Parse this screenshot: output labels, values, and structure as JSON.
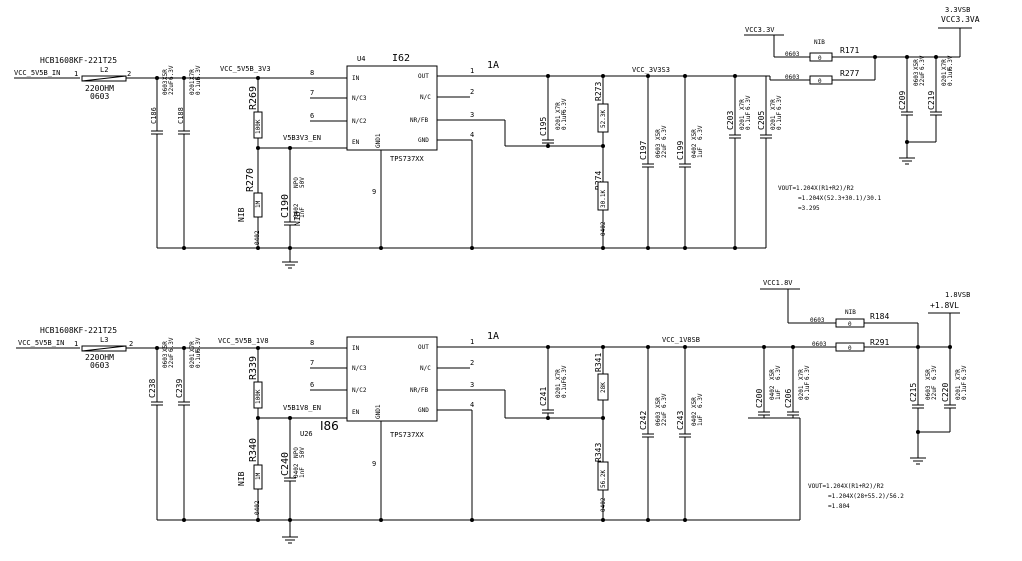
{
  "top": {
    "input_net": "VCC_5V5B_IN",
    "inductor_part": "HCB1608KF-221T25",
    "inductor_ref": "L2",
    "inductor_imp": "220OHM",
    "inductor_pkg": "0603",
    "pin1": "1",
    "pin2": "2",
    "c186": {
      "ref": "C186",
      "v1": "0603",
      "v2": "22uF",
      "v3": "X5R",
      "v4": "6.3V"
    },
    "c188": {
      "ref": "C188",
      "v1": "0201",
      "v2": "0.1uF",
      "v3": "X7R",
      "v4": "6.3V"
    },
    "rail_net": "VCC_5V5B_3V3",
    "r269": {
      "ref": "R269",
      "val": "100K"
    },
    "en_net": "V5B3V3_EN",
    "r270": {
      "ref": "R270",
      "val": "1M",
      "nib": "NIB",
      "pkg": "0402"
    },
    "c190": {
      "ref": "C190",
      "v1": "0402",
      "v2": "1nF",
      "v3": "NPO",
      "v4": "50V",
      "nib": "NIB"
    },
    "u_ref": "U4",
    "u_name": "I62",
    "u_part": "TPS737XX",
    "pins_left": [
      {
        "num": "8",
        "name": "IN"
      },
      {
        "num": "7",
        "name": "N/C3"
      },
      {
        "num": "6",
        "name": "N/C2"
      },
      {
        "num": "",
        "name": "EN"
      }
    ],
    "pins_right": [
      {
        "num": "1",
        "name": "OUT"
      },
      {
        "num": "2",
        "name": "N/C"
      },
      {
        "num": "3",
        "name": "NR/FB"
      },
      {
        "num": "4",
        "name": "GND"
      }
    ],
    "gnd1": "GND1",
    "pin9": "9",
    "current": "1A",
    "c195": {
      "ref": "C195",
      "v1": "0201",
      "v2": "0.1uF",
      "v3": "X7R",
      "v4": "6.3V"
    },
    "r273": {
      "ref": "R273",
      "val": "52.3K"
    },
    "r274": {
      "ref": "R274",
      "val": "30.1K",
      "pkg": "0402"
    },
    "out_net": "VCC_3V3S3",
    "c197": {
      "ref": "C197",
      "v1": "0603",
      "v2": "22uF",
      "v3": "X5R",
      "v4": "6.3V"
    },
    "c199": {
      "ref": "C199",
      "v1": "0402",
      "v2": "1uF",
      "v3": "X5R",
      "v4": "6.3V"
    },
    "c203": {
      "ref": "C203",
      "v1": "0201",
      "v2": "0.1uF",
      "v3": "X7R",
      "v4": "6.3V"
    },
    "c205": {
      "ref": "C205",
      "v1": "0201",
      "v2": "0.1uF",
      "v3": "X7R",
      "v4": "6.3V"
    },
    "vcc_in": "VCC3.3V",
    "r171": {
      "ref": "R171",
      "val": "0",
      "nib": "NIB",
      "pkg": "0603"
    },
    "r277": {
      "ref": "R277",
      "val": "0",
      "pkg": "0603"
    },
    "out_label1": "3.3VSB",
    "out_label2": "VCC3.3VA",
    "c209": {
      "ref": "C209",
      "v1": "0603",
      "v2": "22uF",
      "v3": "X5R",
      "v4": "6.3V"
    },
    "c219": {
      "ref": "C219",
      "v1": "0201",
      "v2": "0.1uF",
      "v3": "X7R",
      "v4": "6.3V"
    },
    "eq1": "VOUT=1.204X(R1+R2)/R2",
    "eq2": "=1.204X(52.3+30.1)/30.1",
    "eq3": "=3.295"
  },
  "bottom": {
    "input_net": "VCC_5V5B_IN",
    "inductor_part": "HCB1608KF-221T25",
    "inductor_ref": "L3",
    "inductor_imp": "220OHM",
    "inductor_pkg": "0603",
    "pin1": "1",
    "pin2": "2",
    "c238": {
      "ref": "C238",
      "v1": "0603",
      "v2": "22uF",
      "v3": "X5R",
      "v4": "6.3V"
    },
    "c239": {
      "ref": "C239",
      "v1": "0201",
      "v2": "0.1uF",
      "v3": "X7R",
      "v4": "6.3V"
    },
    "rail_net": "VCC_5V5B_1V8",
    "r339": {
      "ref": "R339",
      "val": "100K"
    },
    "en_net": "V5B1V8_EN",
    "r340": {
      "ref": "R340",
      "val": "1M",
      "nib": "NIB",
      "pkg": "0402"
    },
    "c240": {
      "ref": "C240",
      "v1": "0402",
      "v2": "1nF",
      "v3": "NPO",
      "v4": "50V"
    },
    "u_ref": "U26",
    "u_name": "I86",
    "u_part": "TPS737XX",
    "pins_left": [
      {
        "num": "8",
        "name": "IN"
      },
      {
        "num": "7",
        "name": "N/C3"
      },
      {
        "num": "6",
        "name": "N/C2"
      },
      {
        "num": "",
        "name": "EN"
      }
    ],
    "pins_right": [
      {
        "num": "1",
        "name": "OUT"
      },
      {
        "num": "2",
        "name": "N/C"
      },
      {
        "num": "3",
        "name": "NR/FB"
      },
      {
        "num": "4",
        "name": "GND"
      }
    ],
    "gnd1": "GND1",
    "pin9": "9",
    "current": "1A",
    "c241": {
      "ref": "C241",
      "v1": "0201",
      "v2": "0.1uF",
      "v3": "X7R",
      "v4": "6.3V"
    },
    "r341": {
      "ref": "R341",
      "val": "28K"
    },
    "r343": {
      "ref": "R343",
      "val": "56.2K",
      "pkg": "0402"
    },
    "out_net": "VCC_1V8SB",
    "c242": {
      "ref": "C242",
      "v1": "0603",
      "v2": "22uF",
      "v3": "X5R",
      "v4": "6.3V"
    },
    "c243": {
      "ref": "C243",
      "v1": "0402",
      "v2": "1uF",
      "v3": "X5R",
      "v4": "6.3V"
    },
    "c200": {
      "ref": "C200",
      "v1": "0402",
      "v2": "1uF",
      "v3": "X5R",
      "v4": "6.3V"
    },
    "c206": {
      "ref": "C206",
      "v1": "0201",
      "v2": "0.1uF",
      "v3": "X7R",
      "v4": "6.3V"
    },
    "vcc_in": "VCC1.8V",
    "r184": {
      "ref": "R184",
      "val": "0",
      "nib": "NIB",
      "pkg": "0603"
    },
    "r291": {
      "ref": "R291",
      "val": "0",
      "pkg": "0603"
    },
    "out_label1": "1.8VSB",
    "out_label2": "+1.8VL",
    "c215": {
      "ref": "C215",
      "v1": "0603",
      "v2": "22uF",
      "v3": "X5R",
      "v4": "6.3V"
    },
    "c220": {
      "ref": "C220",
      "v1": "0201",
      "v2": "0.1uF",
      "v3": "X7R",
      "v4": "6.3V"
    },
    "eq1": "VOUT=1.204X(R1+R2)/R2",
    "eq2": "=1.204X(28+55.2)/56.2",
    "eq3": "=1.804"
  }
}
